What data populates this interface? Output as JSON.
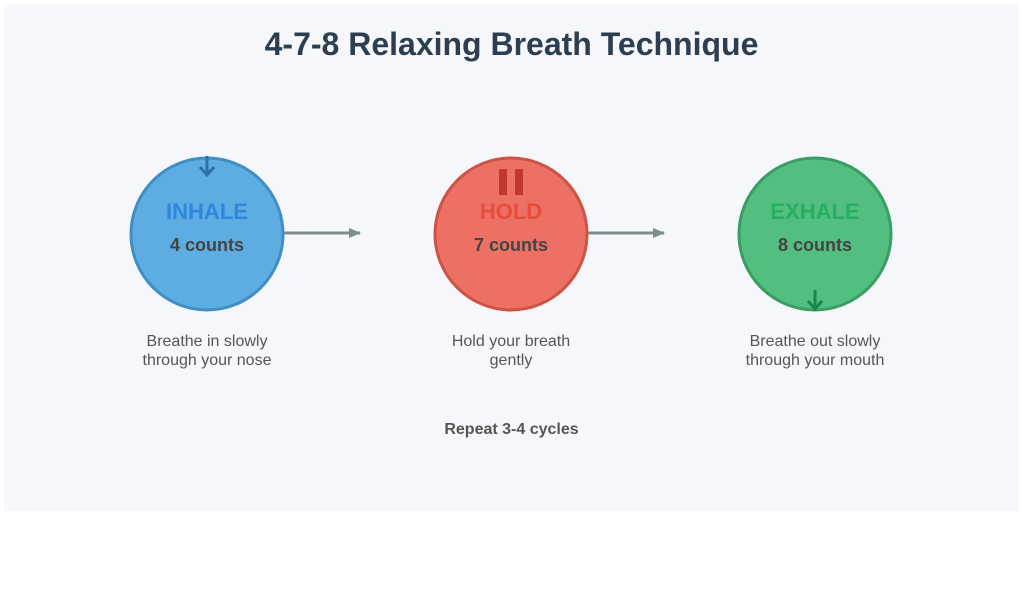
{
  "title": "4-7-8 Relaxing Breath Technique",
  "phases": [
    {
      "name": "INHALE",
      "count": "4 counts",
      "desc_line1": "Breathe in slowly",
      "desc_line2": "through your nose",
      "fill": "#5dade2",
      "stroke": "#3f8fc4",
      "label_color": "#2e86de",
      "icon": "down-arrow-icon"
    },
    {
      "name": "HOLD",
      "count": "7 counts",
      "desc_line1": "Hold your breath",
      "desc_line2": "gently",
      "fill": "#ec7063",
      "stroke": "#cd5346",
      "label_color": "#e74c3c",
      "icon": "pause-icon"
    },
    {
      "name": "EXHALE",
      "count": "8 counts",
      "desc_line1": "Breathe out slowly",
      "desc_line2": "through your mouth",
      "fill": "#52be80",
      "stroke": "#3a9e64",
      "label_color": "#27ae60",
      "icon": "down-arrow-icon"
    }
  ],
  "connector_color": "#7f8c8d",
  "footer": "Repeat 3-4 cycles"
}
